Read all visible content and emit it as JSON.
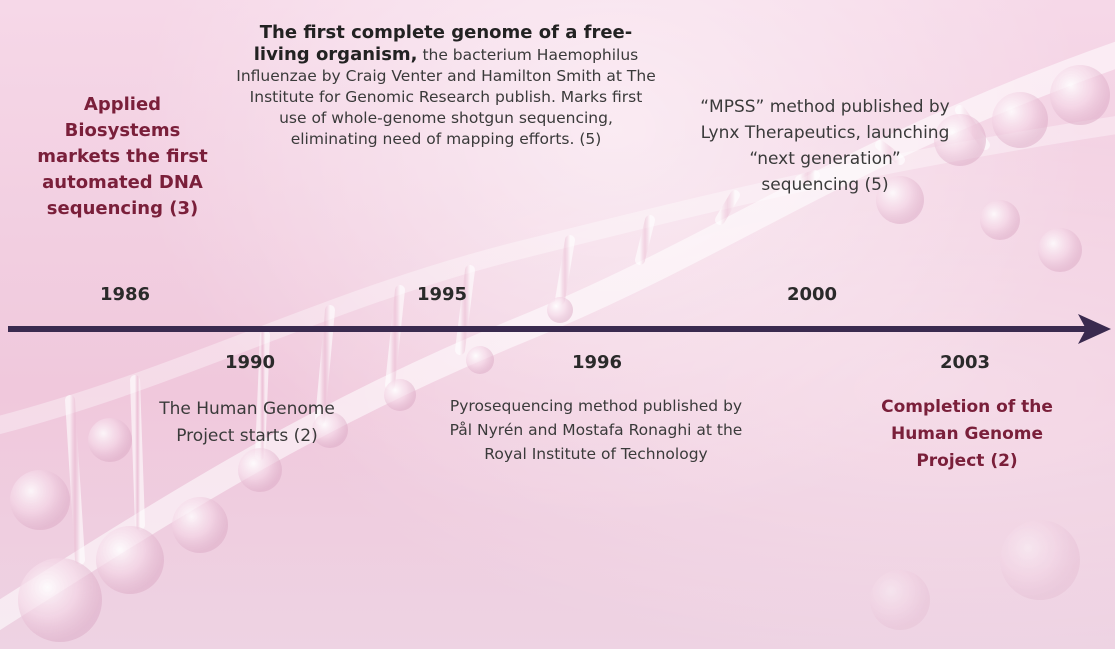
{
  "timeline": {
    "years_above": [
      "1986",
      "1995",
      "2000"
    ],
    "years_below": [
      "1990",
      "1996",
      "2003"
    ],
    "events": [
      {
        "id": "1986",
        "text": "Applied Biosystems markets the first automated DNA sequencing (3)"
      },
      {
        "id": "1995",
        "lead": "The first complete genome of a free-living organism,",
        "text": " the bacterium Haemophilus Influenzae by Craig Venter and Hamilton Smith at The Institute for Genomic Research publish. Marks first use of whole-genome shotgun sequencing, eliminating need of mapping efforts. (5)"
      },
      {
        "id": "2000",
        "text": "“MPSS” method published by Lynx Therapeutics, launching “next generation” sequencing (5)"
      },
      {
        "id": "1990",
        "text": "The Human Genome Project starts (2)"
      },
      {
        "id": "1996",
        "text": "Pyrosequencing method published by Pål Nyrén and Mostafa Ronaghi at the Royal Institute of Technology"
      },
      {
        "id": "2003",
        "text": "Completion of the Human Genome Project (2)"
      }
    ]
  },
  "colors": {
    "background": "#f2cfe1",
    "arrow": "#3a2a4f",
    "highlight_text": "#7a1f3a",
    "body_text": "#3a3a3a"
  },
  "icons": {
    "background": "dna-helix-decoration",
    "axis_end": "arrow-head-icon"
  }
}
